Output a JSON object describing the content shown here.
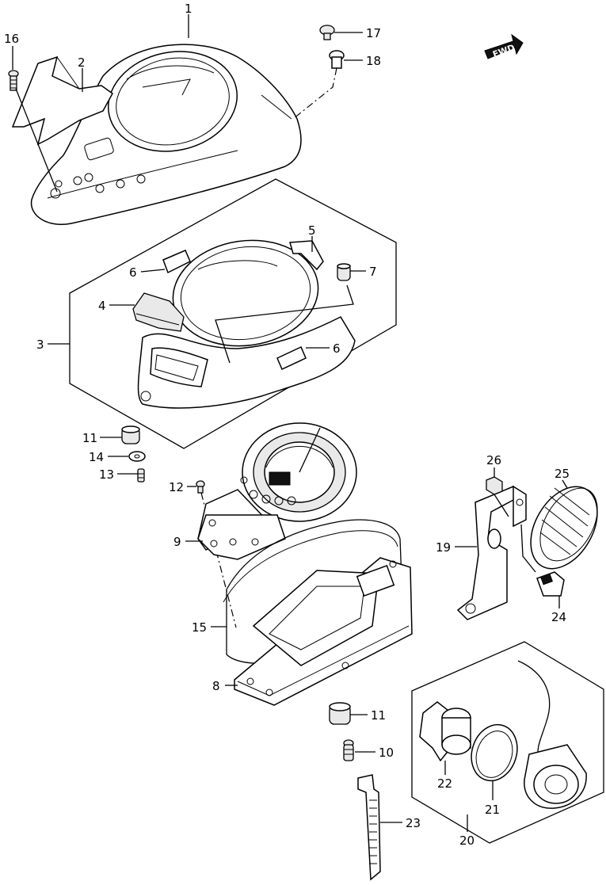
{
  "fwd_label": "FWD",
  "callouts": [
    {
      "id": "1",
      "text": "1"
    },
    {
      "id": "2",
      "text": "2"
    },
    {
      "id": "3",
      "text": "3"
    },
    {
      "id": "4",
      "text": "4"
    },
    {
      "id": "5",
      "text": "5"
    },
    {
      "id": "6a",
      "text": "6"
    },
    {
      "id": "6b",
      "text": "6"
    },
    {
      "id": "7",
      "text": "7"
    },
    {
      "id": "8",
      "text": "8"
    },
    {
      "id": "9",
      "text": "9"
    },
    {
      "id": "10",
      "text": "10"
    },
    {
      "id": "11a",
      "text": "11"
    },
    {
      "id": "11b",
      "text": "11"
    },
    {
      "id": "12",
      "text": "12"
    },
    {
      "id": "13",
      "text": "13"
    },
    {
      "id": "14",
      "text": "14"
    },
    {
      "id": "15",
      "text": "15"
    },
    {
      "id": "16",
      "text": "16"
    },
    {
      "id": "17",
      "text": "17"
    },
    {
      "id": "18",
      "text": "18"
    },
    {
      "id": "19",
      "text": "19"
    },
    {
      "id": "20",
      "text": "20"
    },
    {
      "id": "21",
      "text": "21"
    },
    {
      "id": "22",
      "text": "22"
    },
    {
      "id": "23",
      "text": "23"
    },
    {
      "id": "24",
      "text": "24"
    },
    {
      "id": "25",
      "text": "25"
    },
    {
      "id": "26",
      "text": "26"
    }
  ]
}
